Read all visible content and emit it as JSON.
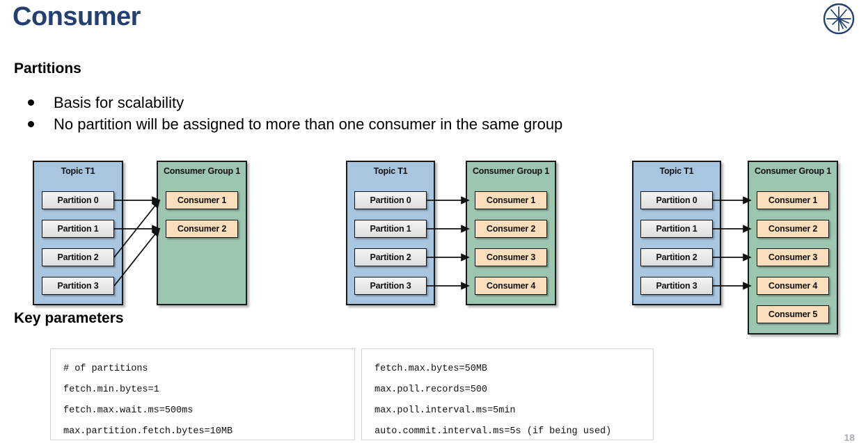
{
  "slide": {
    "title": "Consumer",
    "page_number": "18",
    "logo_name": "starburst-circle-logo",
    "title_color": "#23406e"
  },
  "sections": {
    "partitions_heading": "Partitions",
    "key_parameters_heading": "Key parameters"
  },
  "bullets": [
    {
      "text": "Basis for scalability"
    },
    {
      "text": "No partition will be assigned to more than one consumer in the same group"
    }
  ],
  "colors": {
    "topic_panel": "#a9c6e1",
    "group_panel": "#9dc6b0",
    "partition_node": "#e8e8e8",
    "consumer_node": "#fbdfbd",
    "outline": "#1a1a1a"
  },
  "diagrams": [
    {
      "id": "diagram-1",
      "topic": {
        "title": "Topic T1",
        "partitions": [
          "Partition 0",
          "Partition 1",
          "Partition 2",
          "Partition 3"
        ]
      },
      "group": {
        "title": "Consumer Group 1",
        "consumers": [
          "Consumer 1",
          "Consumer 2"
        ]
      },
      "assignments": [
        {
          "partition": 0,
          "consumer": 0
        },
        {
          "partition": 1,
          "consumer": 1
        },
        {
          "partition": 2,
          "consumer": 0
        },
        {
          "partition": 3,
          "consumer": 1
        }
      ]
    },
    {
      "id": "diagram-2",
      "topic": {
        "title": "Topic T1",
        "partitions": [
          "Partition 0",
          "Partition 1",
          "Partition 2",
          "Partition 3"
        ]
      },
      "group": {
        "title": "Consumer Group 1",
        "consumers": [
          "Consumer 1",
          "Consumer 2",
          "Consumer 3",
          "Consumer 4"
        ]
      },
      "assignments": [
        {
          "partition": 0,
          "consumer": 0
        },
        {
          "partition": 1,
          "consumer": 1
        },
        {
          "partition": 2,
          "consumer": 2
        },
        {
          "partition": 3,
          "consumer": 3
        }
      ]
    },
    {
      "id": "diagram-3",
      "topic": {
        "title": "Topic T1",
        "partitions": [
          "Partition 0",
          "Partition 1",
          "Partition 2",
          "Partition 3"
        ]
      },
      "group": {
        "title": "Consumer Group 1",
        "consumers": [
          "Consumer 1",
          "Consumer 2",
          "Consumer 3",
          "Consumer 4",
          "Consumer 5"
        ]
      },
      "assignments": [
        {
          "partition": 0,
          "consumer": 0
        },
        {
          "partition": 1,
          "consumer": 1
        },
        {
          "partition": 2,
          "consumer": 2
        },
        {
          "partition": 3,
          "consumer": 3
        }
      ]
    }
  ],
  "code_boxes": {
    "left": [
      "# of partitions",
      "fetch.min.bytes=1",
      "fetch.max.wait.ms=500ms",
      "max.partition.fetch.bytes=10MB"
    ],
    "right": [
      "fetch.max.bytes=50MB",
      "max.poll.records=500",
      "max.poll.interval.ms=5min",
      "auto.commit.interval.ms=5s (if being used)"
    ]
  }
}
